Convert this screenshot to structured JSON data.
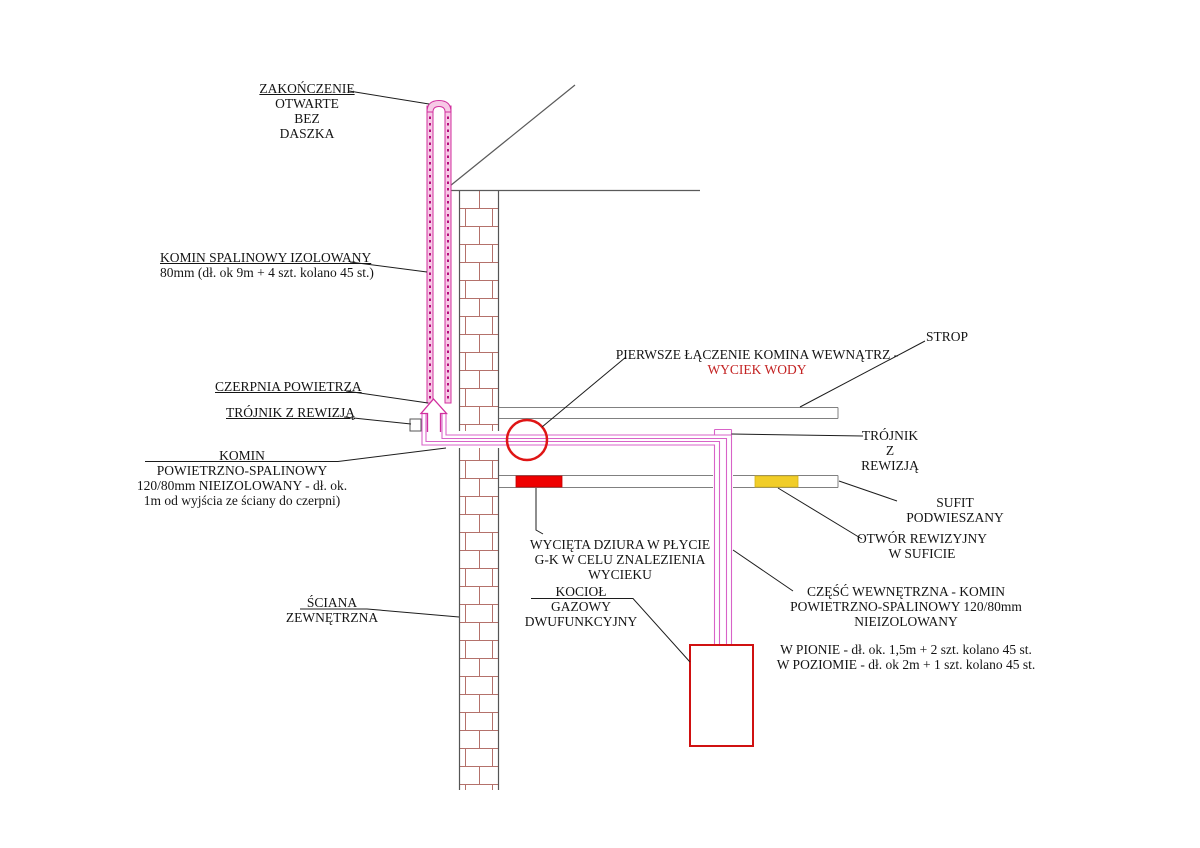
{
  "drawing": {
    "labels": {
      "zakonczenie": {
        "l1": "ZAKOŃCZENIE",
        "l2": "OTWARTE",
        "l3": "BEZ",
        "l4": "DASZKA"
      },
      "komin_izolowany": {
        "l1": "KOMIN SPALINOWY IZOLOWANY",
        "l2": "80mm (dł. ok 9m + 4 szt. kolano 45 st.)"
      },
      "czerpnia": "CZERPNIA POWIETRZA",
      "trojnik_lewy": "TRÓJNIK Z REWIZJĄ",
      "komin_nieizolowany": {
        "l1": "KOMIN",
        "l2": "POWIETRZNO-SPALINOWY",
        "l3": "120/80mm NIEIZOLOWANY - dł. ok.",
        "l4": "1m od wyjścia ze ściany do czerpni)"
      },
      "pierwsze_laczenie": {
        "l1": "PIERWSZE ŁĄCZENIE KOMINA WEWNĄTRZ -",
        "l2": "WYCIEK WODY"
      },
      "strop": "STROP",
      "trojnik_prawy": {
        "l1": "TRÓJNIK",
        "l2": "Z",
        "l3": "REWIZJĄ"
      },
      "sufit": {
        "l1": "SUFIT",
        "l2": "PODWIESZANY"
      },
      "otwor": {
        "l1": "OTWÓR REWIZYJNY",
        "l2": "W SUFICIE"
      },
      "wycieta": {
        "l1": "WYCIĘTA DZIURA W PŁYCIE",
        "l2": "G-K W CELU ZNALEZIENIA",
        "l3": "WYCIEKU"
      },
      "kociol": {
        "l1": "KOCIOŁ",
        "l2": "GAZOWY",
        "l3": "DWUFUNKCYJNY"
      },
      "czesc_wewnetrzna": {
        "l1": "CZĘŚĆ WEWNĘTRZNA - KOMIN",
        "l2": "POWIETRZNO-SPALINOWY 120/80mm",
        "l3": "NIEIZOLOWANY",
        "l4": "W PIONIE - dł. ok. 1,5m + 2 szt. kolano 45 st.",
        "l5": "W POZIOMIE - dł. ok 2m + 1 szt. kolano 45 st."
      },
      "sciana": {
        "l1": "ŚCIANA",
        "l2": "ZEWNĘTRZNA"
      }
    },
    "colors": {
      "pipe_outline": "#d12f9e",
      "pipe_line": "#d863c8",
      "pipe_fill": "#f7c9e6",
      "insulation_dash": "#b30d7a",
      "leak_circle_red": "#df1515",
      "boiler_red": "#d01111",
      "hole_red": "#ef0000",
      "access_yellow": "#f1cd28",
      "structure_gray": "#808080",
      "roof_gray": "#5a5a5a",
      "brick_joint": "#b4716b",
      "warning_text_red": "#c32222"
    }
  }
}
